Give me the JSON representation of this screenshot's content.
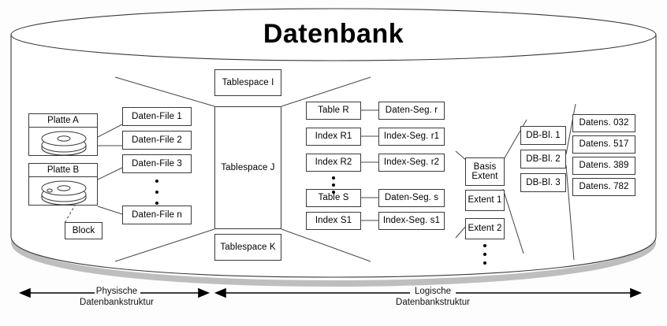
{
  "title": "Datenbank",
  "disks": [
    {
      "name": "disk-platte-a",
      "label": "Platte A"
    },
    {
      "name": "disk-platte-b",
      "label": "Platte B"
    }
  ],
  "block": {
    "label": "Block"
  },
  "data_files": [
    {
      "label": "Daten-File 1"
    },
    {
      "label": "Daten-File 2"
    },
    {
      "label": "Daten-File 3"
    },
    {
      "label": "Daten-File n"
    }
  ],
  "tablespaces": [
    {
      "label": "Tablespace I"
    },
    {
      "label": "Tablespace J"
    },
    {
      "label": "Tablespace K"
    }
  ],
  "objects": [
    {
      "label": "Table R"
    },
    {
      "label": "Index R1"
    },
    {
      "label": "Index R2"
    },
    {
      "label": "Table S"
    },
    {
      "label": "Index S1"
    }
  ],
  "segments": [
    {
      "label": "Daten-Seg. r"
    },
    {
      "label": "Index-Seg. r1"
    },
    {
      "label": "Index-Seg. r2"
    },
    {
      "label": "Daten-Seg. s"
    },
    {
      "label": "Index-Seg. s1"
    }
  ],
  "extents": [
    {
      "label": "Basis\nExtent"
    },
    {
      "label": "Extent 1"
    },
    {
      "label": "Extent 2"
    }
  ],
  "db_blocks": [
    {
      "label": "DB-Bl. 1"
    },
    {
      "label": "DB-Bl. 2"
    },
    {
      "label": "DB-Bl. 3"
    }
  ],
  "records": [
    {
      "label": "Datens. 032"
    },
    {
      "label": "Datens. 517"
    },
    {
      "label": "Datens. 389"
    },
    {
      "label": "Datens. 782"
    }
  ],
  "axes": [
    {
      "label": "Physische\nDatenbankstruktur"
    },
    {
      "label": "Logische\nDatenbankstruktur"
    }
  ],
  "colors": {
    "stroke": "#3a3a3a",
    "line": "#4a4a4a",
    "text": "#000000",
    "background": "#fdfdfd"
  }
}
